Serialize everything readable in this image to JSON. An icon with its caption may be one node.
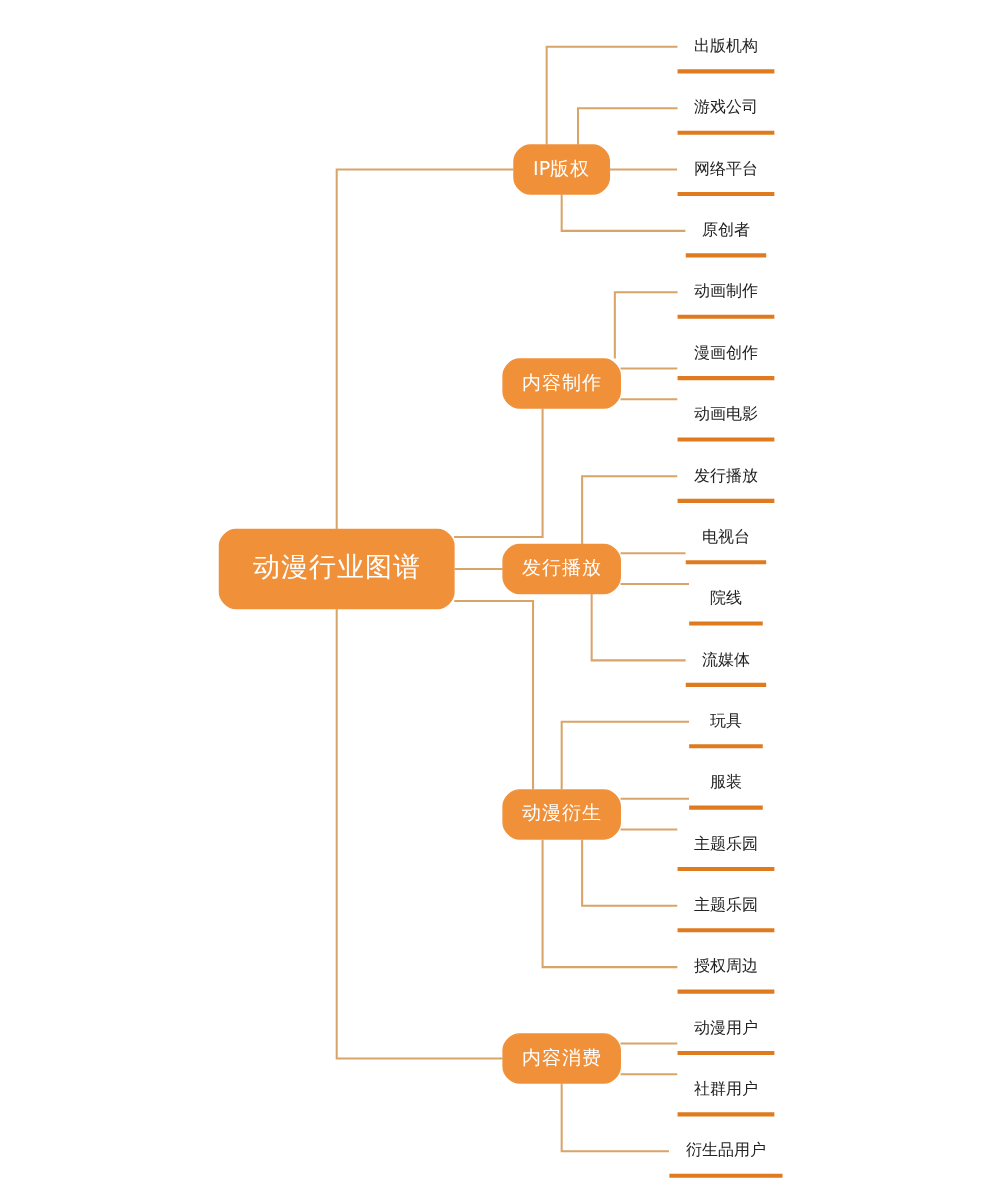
{
  "diagram": {
    "nodes": [
      {
        "text": [
          "动漫行业图谱"
        ]
      },
      {
        "text": [
          "IP版权"
        ]
      },
      {
        "text": [
          "出版机构"
        ]
      },
      {
        "text": [
          "游戏公司"
        ]
      },
      {
        "text": [
          "网络平台"
        ]
      },
      {
        "text": [
          "原创者"
        ]
      },
      {
        "text": [
          "内容制作"
        ]
      },
      {
        "text": [
          "动画制作"
        ]
      },
      {
        "text": [
          "漫画创作"
        ]
      },
      {
        "text": [
          "动画电影"
        ]
      },
      {
        "text": [
          "发行播放"
        ]
      },
      {
        "text": [
          "发行播放"
        ]
      },
      {
        "text": [
          "电视台"
        ]
      },
      {
        "text": [
          "院线"
        ]
      },
      {
        "text": [
          "流媒体"
        ]
      },
      {
        "text": [
          "动漫衍生"
        ]
      },
      {
        "text": [
          "玩具"
        ]
      },
      {
        "text": [
          "服装"
        ]
      },
      {
        "text": [
          "主题乐园"
        ]
      },
      {
        "text": [
          "主题乐园"
        ]
      },
      {
        "text": [
          "授权周边"
        ]
      },
      {
        "text": [
          "内容消费"
        ]
      },
      {
        "text": [
          "动漫用户"
        ]
      },
      {
        "text": [
          "社群用户"
        ]
      },
      {
        "text": [
          "衍生品用户"
        ]
      }
    ],
    "edges": [
      {
        "from": 0,
        "to": 1,
        "arrow": "none"
      },
      {
        "from": 1,
        "to": 2,
        "arrow": "none"
      },
      {
        "from": 1,
        "to": 3,
        "arrow": "none"
      },
      {
        "from": 1,
        "to": 4,
        "arrow": "none"
      },
      {
        "from": 1,
        "to": 5,
        "arrow": "none"
      },
      {
        "from": 0,
        "to": 6,
        "arrow": "none"
      },
      {
        "from": 6,
        "to": 7,
        "arrow": "none"
      },
      {
        "from": 6,
        "to": 8,
        "arrow": "none"
      },
      {
        "from": 6,
        "to": 9,
        "arrow": "none"
      },
      {
        "from": 0,
        "to": 10,
        "arrow": "none"
      },
      {
        "from": 10,
        "to": 11,
        "arrow": "none"
      },
      {
        "from": 10,
        "to": 12,
        "arrow": "none"
      },
      {
        "from": 10,
        "to": 13,
        "arrow": "none"
      },
      {
        "from": 10,
        "to": 14,
        "arrow": "none"
      },
      {
        "from": 0,
        "to": 15,
        "arrow": "none"
      },
      {
        "from": 15,
        "to": 16,
        "arrow": "none"
      },
      {
        "from": 15,
        "to": 17,
        "arrow": "none"
      },
      {
        "from": 15,
        "to": 18,
        "arrow": "none"
      },
      {
        "from": 15,
        "to": 19,
        "arrow": "none"
      },
      {
        "from": 15,
        "to": 20,
        "arrow": "none"
      },
      {
        "from": 0,
        "to": 21,
        "arrow": "none"
      },
      {
        "from": 21,
        "to": 22,
        "arrow": "none"
      },
      {
        "from": 21,
        "to": 23,
        "arrow": "none"
      },
      {
        "from": 21,
        "to": 24,
        "arrow": "none"
      }
    ]
  }
}
